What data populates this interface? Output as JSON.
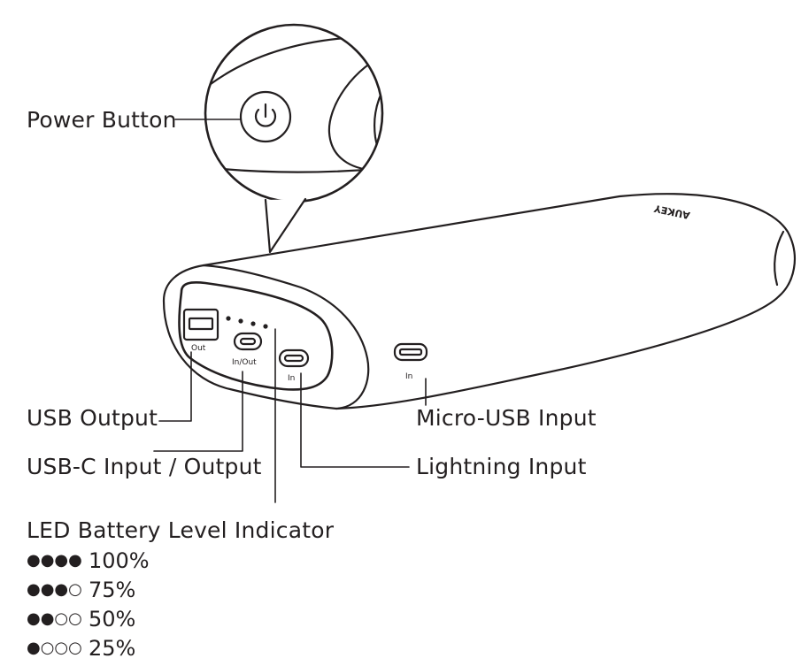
{
  "labels": {
    "power_button": "Power Button",
    "usb_output": "USB Output",
    "usbc_input_output": "USB-C Input / Output",
    "led_indicator": "LED Battery Level Indicator",
    "micro_usb_input": "Micro-USB Input",
    "lightning_input": "Lightning Input"
  },
  "device": {
    "brand": "AUKEY",
    "port_out": "Out",
    "port_in_out": "In/Out",
    "port_in_lightning": "In",
    "port_in_micro": "In"
  },
  "legend": [
    {
      "dots": "●●●● ",
      "percent": "100%"
    },
    {
      "dots": "●●●○ ",
      "percent": "75%"
    },
    {
      "dots": "●●○○ ",
      "percent": "50%"
    },
    {
      "dots": "●○○○ ",
      "percent": "25%"
    }
  ],
  "colors": {
    "line": "#231f20",
    "background": "#ffffff"
  }
}
